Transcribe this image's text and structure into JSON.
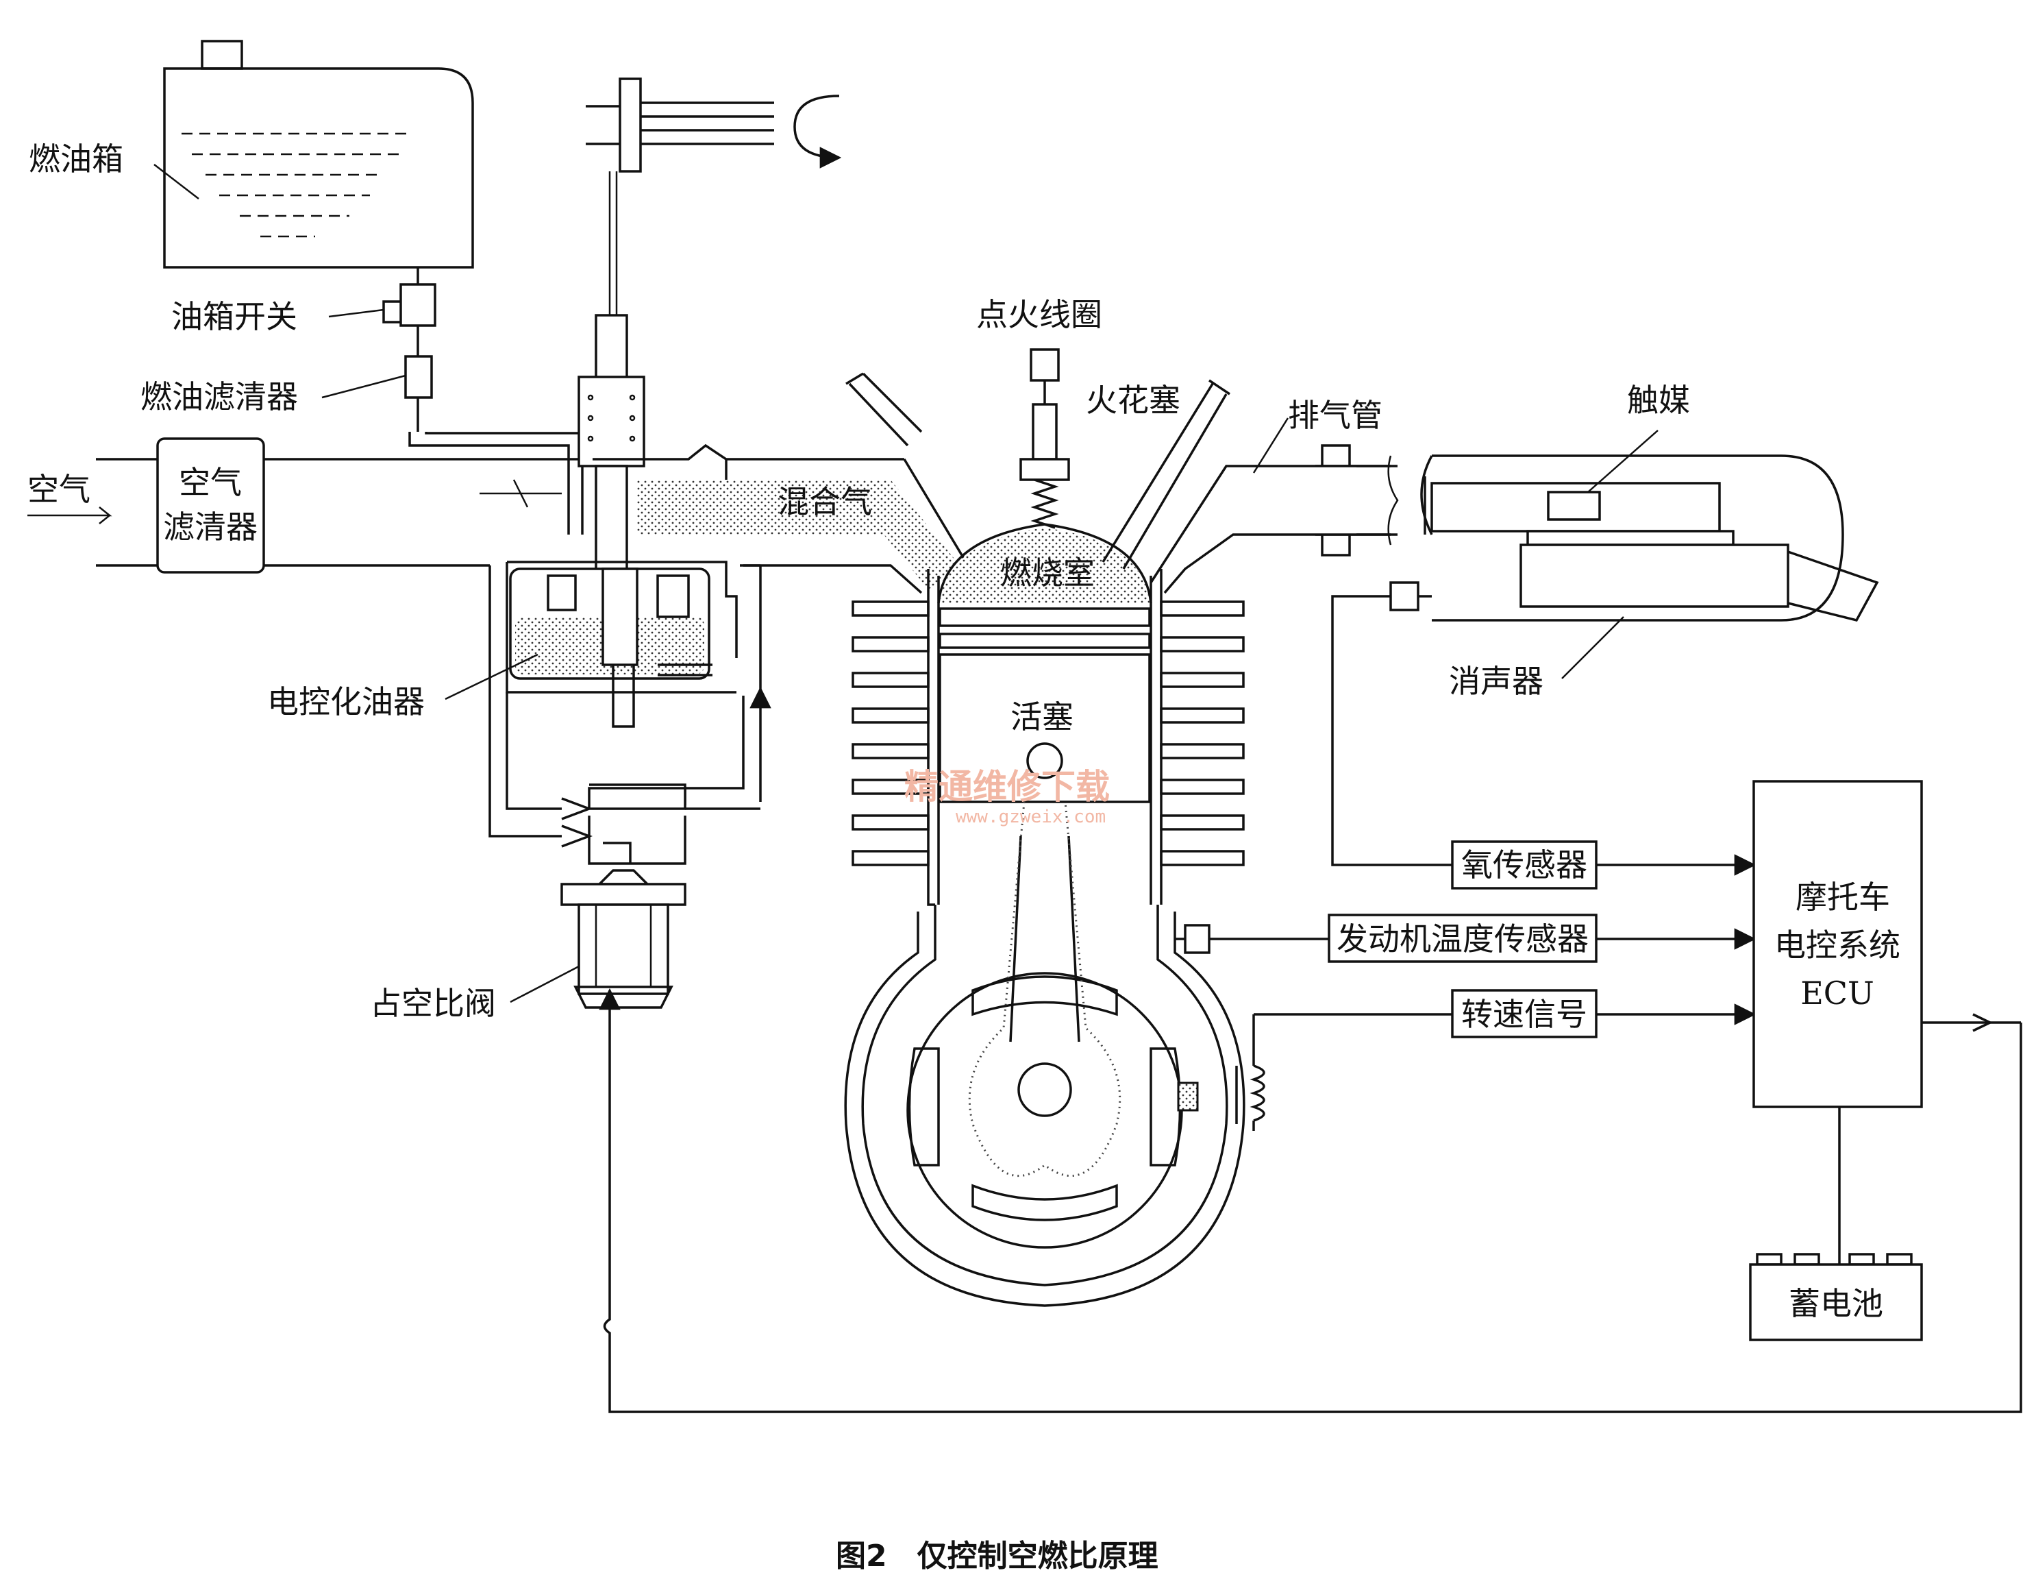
{
  "labels": {
    "fuel_tank": "燃油箱",
    "tank_switch": "油箱开关",
    "fuel_filter": "燃油滤清器",
    "air": "空气",
    "air_filter_line1": "空气",
    "air_filter_line2": "滤清器",
    "carburetor": "电控化油器",
    "duty_valve": "占空比阀",
    "ignition_coil": "点火线圈",
    "spark_plug": "火花塞",
    "exhaust_pipe": "排气管",
    "catalyst": "触媒",
    "mixture": "混合气",
    "combustion_chamber": "燃烧室",
    "piston": "活塞",
    "muffler": "消声器",
    "o2_sensor": "氧传感器",
    "engine_temp_sensor": "发动机温度传感器",
    "speed_signal": "转速信号",
    "ecu_line1": "摩托车",
    "ecu_line2": "电控系统",
    "ecu_line3": "ECU",
    "battery": "蓄电池"
  },
  "caption": "图2　仅控制空燃比原理",
  "watermark": {
    "line1": "精通维修下载",
    "line2": "www.gzweix.com"
  }
}
